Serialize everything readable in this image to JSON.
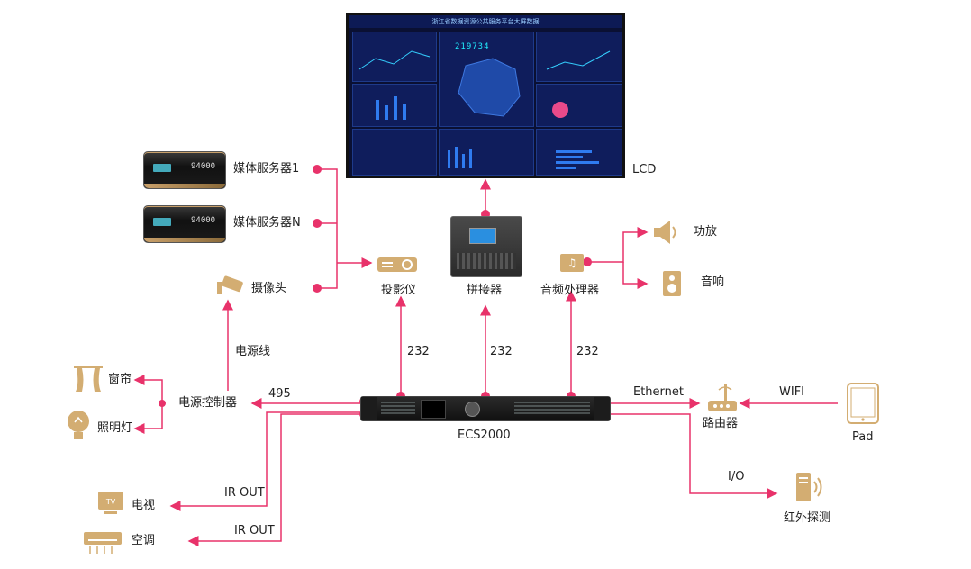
{
  "colors": {
    "line": "#e8326a",
    "dot": "#e8326a",
    "icon_gold": "#d3ad72"
  },
  "devices": {
    "lcd": "LCD",
    "media_server_1": "媒体服务器1",
    "media_server_n": "媒体服务器N",
    "camera": "摄像头",
    "projector": "投影仪",
    "splicer": "拼接器",
    "audio_processor": "音频处理器",
    "amplifier": "功放",
    "speaker": "音响",
    "curtain": "窗帘",
    "lighting": "照明灯",
    "power_controller": "电源控制器",
    "tv": "电视",
    "ac": "空调",
    "router": "路由器",
    "pad": "Pad",
    "ir_detect": "红外探测",
    "ecs": "ECS2000"
  },
  "links": {
    "power_line": "电源线",
    "rs232_projector": "232",
    "rs232_splicer": "232",
    "rs232_audio": "232",
    "rs495": "495",
    "ethernet": "Ethernet",
    "wifi": "WIFI",
    "io": "I/O",
    "ir_out_tv": "IR OUT",
    "ir_out_ac": "IR OUT"
  },
  "server_badge": "94000",
  "lcd_screen": {
    "title": "浙江省数据资源公共服务平台大屏数据",
    "counter": "219734"
  },
  "icons": [
    "projector-icon",
    "camera-icon",
    "music-icon",
    "speaker-horn-icon",
    "speaker-box-icon",
    "curtain-icon",
    "bulb-icon",
    "tv-icon",
    "ac-icon",
    "router-icon",
    "tablet-icon",
    "sensor-icon"
  ]
}
